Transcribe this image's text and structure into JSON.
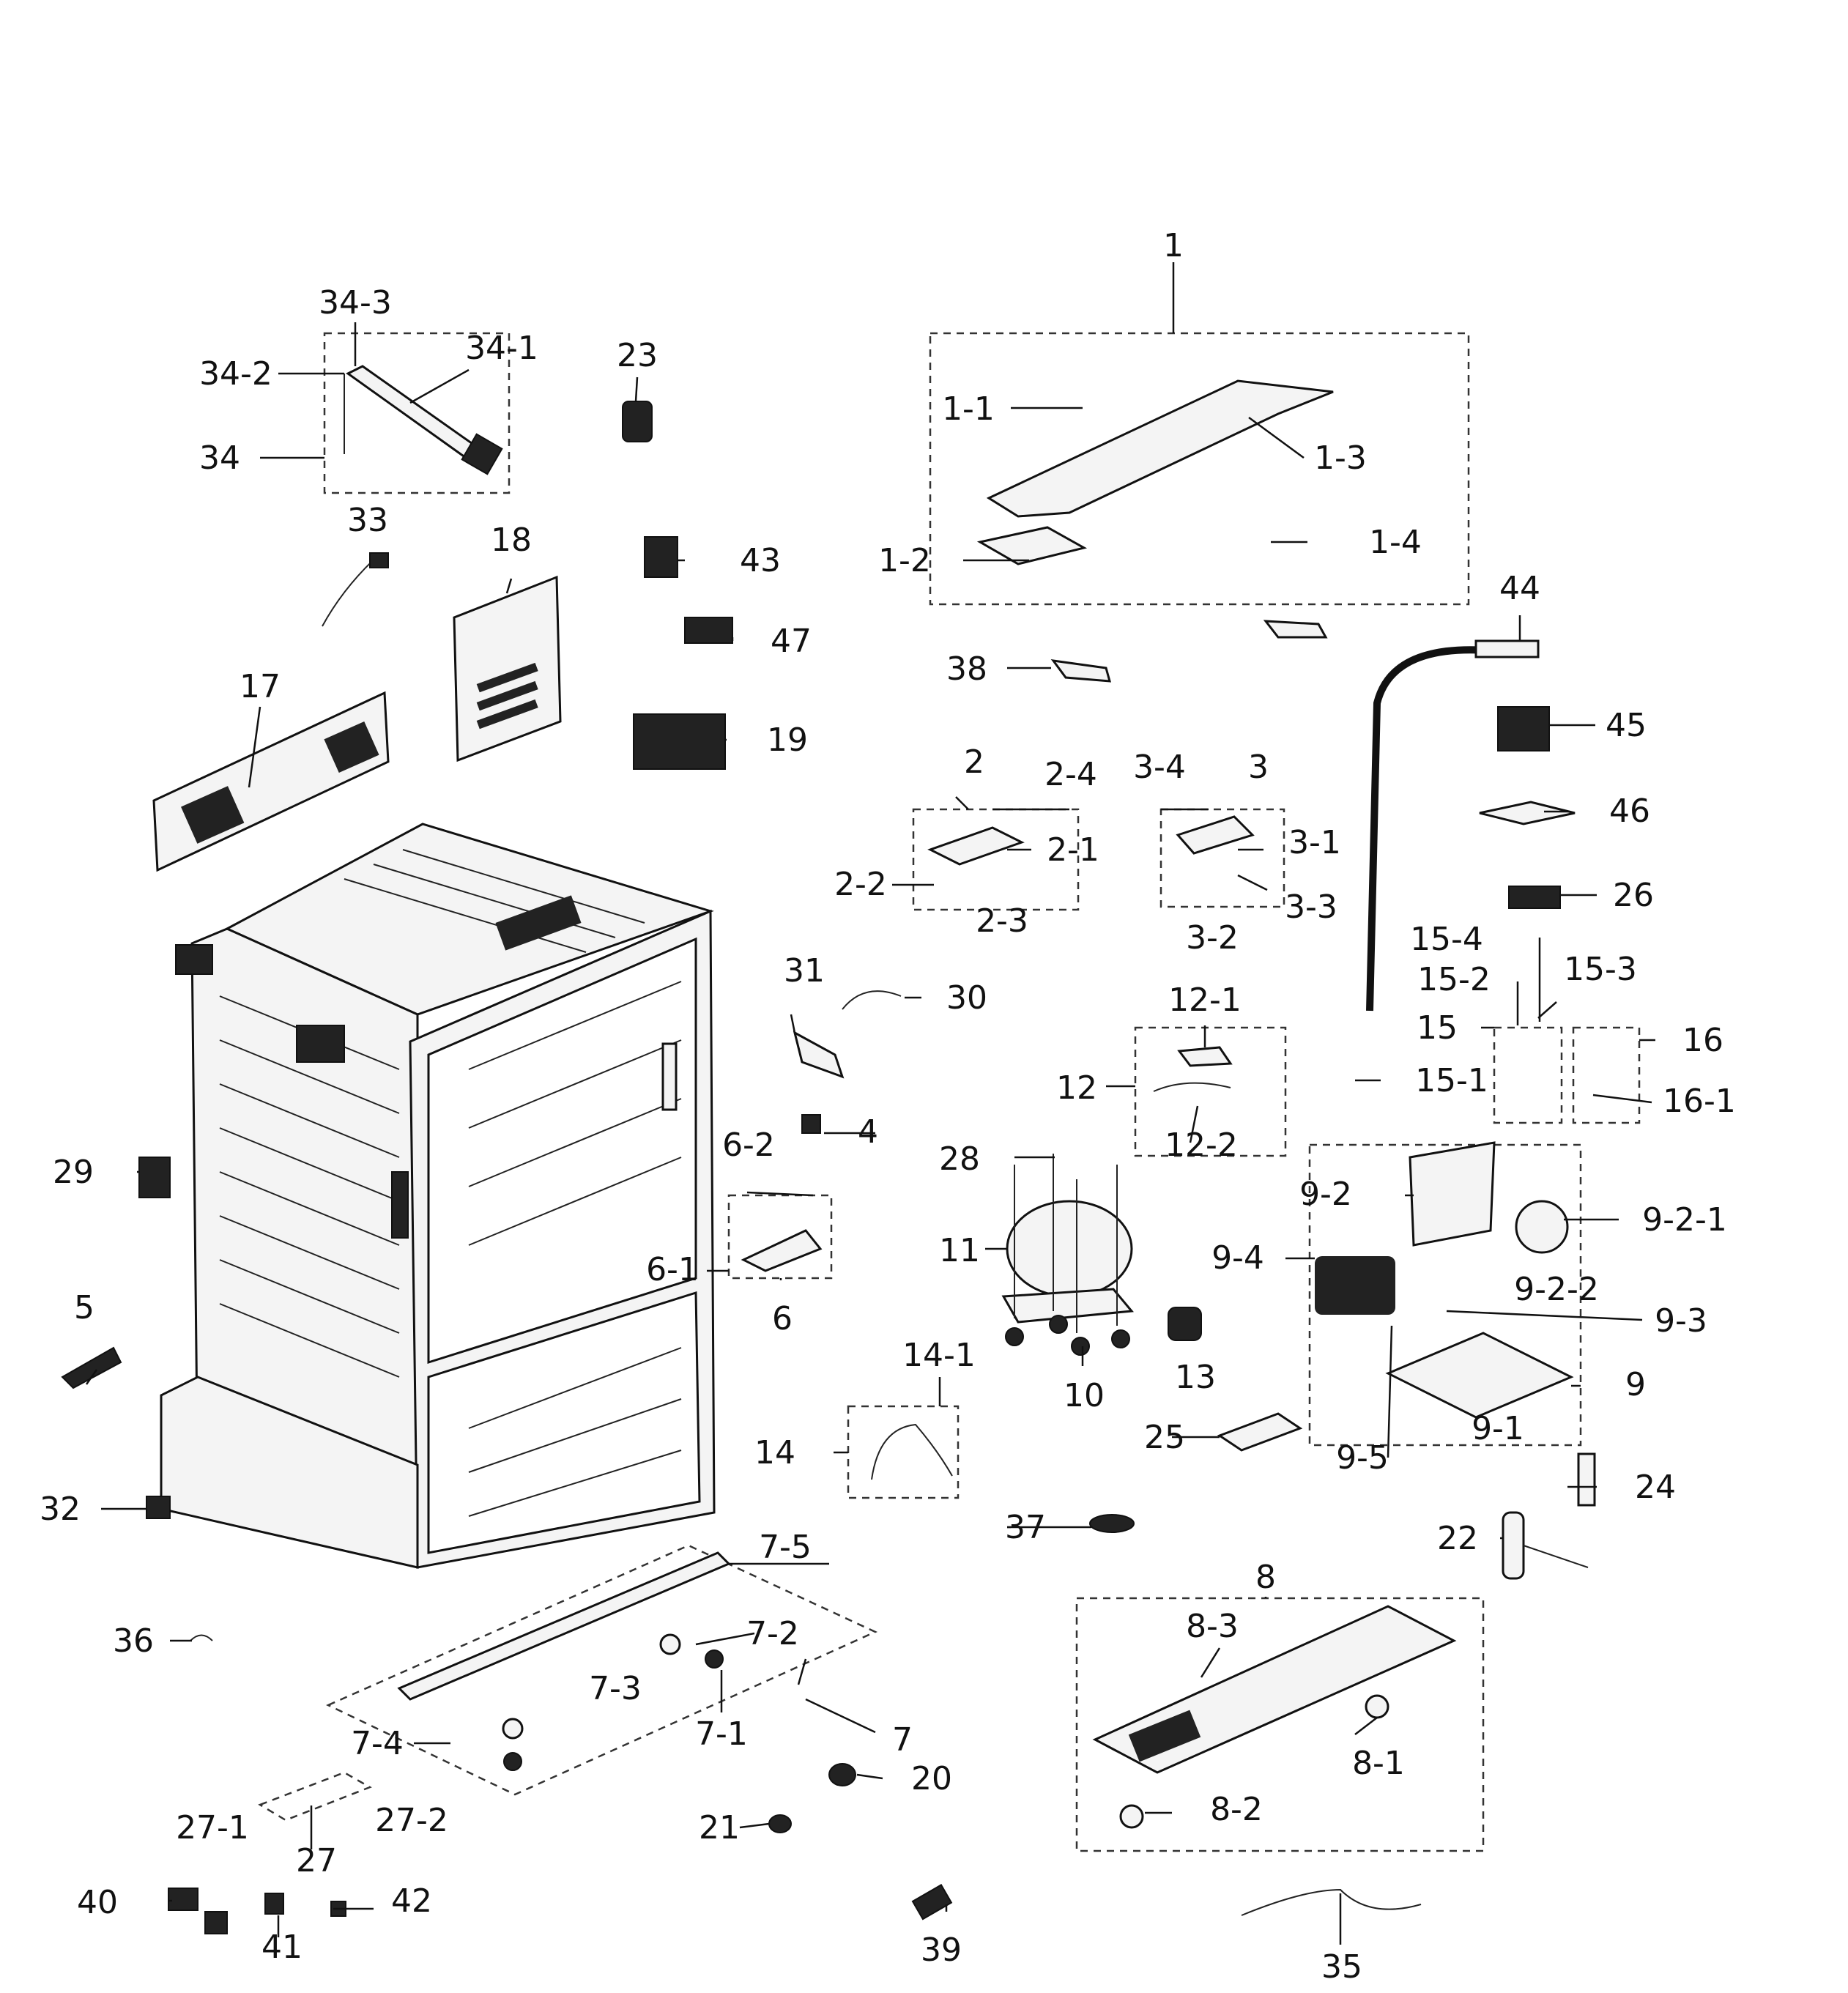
{
  "diagram": {
    "callouts": [
      "1",
      "1-1",
      "1-2",
      "1-3",
      "1-4",
      "2",
      "2-1",
      "2-2",
      "2-3",
      "2-4",
      "3",
      "3-1",
      "3-2",
      "3-3",
      "3-4",
      "4",
      "5",
      "6",
      "6-1",
      "6-2",
      "7",
      "7-1",
      "7-2",
      "7-3",
      "7-4",
      "7-5",
      "8",
      "8-1",
      "8-2",
      "8-3",
      "9",
      "9-1",
      "9-2",
      "9-2-1",
      "9-2-2",
      "9-3",
      "9-4",
      "9-5",
      "10",
      "11",
      "12",
      "12-1",
      "12-2",
      "13",
      "14",
      "14-1",
      "15",
      "15-1",
      "15-2",
      "15-3",
      "15-4",
      "16",
      "16-1",
      "17",
      "18",
      "19",
      "20",
      "21",
      "22",
      "23",
      "24",
      "25",
      "26",
      "27",
      "27-1",
      "27-2",
      "28",
      "29",
      "30",
      "31",
      "32",
      "33",
      "34",
      "34-1",
      "34-2",
      "34-3",
      "35",
      "36",
      "37",
      "38",
      "39",
      "40",
      "41",
      "42",
      "43",
      "44",
      "45",
      "46",
      "47"
    ]
  },
  "colors": {
    "line": "#111111",
    "background": "#ffffff"
  }
}
